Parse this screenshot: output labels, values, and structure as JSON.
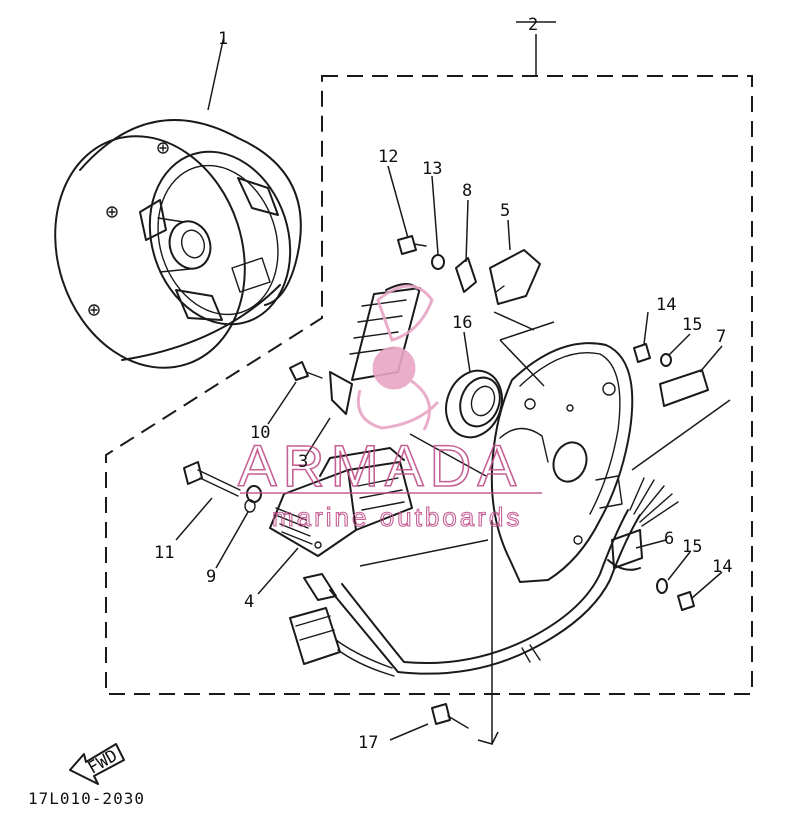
{
  "diagram": {
    "part_code": "17L010-2030",
    "fwd_label": "FWD",
    "callouts": [
      {
        "id": "c1",
        "label": "1"
      },
      {
        "id": "c2",
        "label": "2"
      },
      {
        "id": "c3",
        "label": "3"
      },
      {
        "id": "c4",
        "label": "4"
      },
      {
        "id": "c5",
        "label": "5"
      },
      {
        "id": "c6",
        "label": "6"
      },
      {
        "id": "c7",
        "label": "7"
      },
      {
        "id": "c8",
        "label": "8"
      },
      {
        "id": "c9",
        "label": "9"
      },
      {
        "id": "c10",
        "label": "10"
      },
      {
        "id": "c11",
        "label": "11"
      },
      {
        "id": "c12",
        "label": "12"
      },
      {
        "id": "c13",
        "label": "13"
      },
      {
        "id": "c14a",
        "label": "14"
      },
      {
        "id": "c14b",
        "label": "14"
      },
      {
        "id": "c15a",
        "label": "15"
      },
      {
        "id": "c15b",
        "label": "15"
      },
      {
        "id": "c16",
        "label": "16"
      },
      {
        "id": "c17",
        "label": "17"
      }
    ]
  },
  "watermark": {
    "brand": "ARMADA",
    "tagline": "marine outboards",
    "color": "#c0508a",
    "logo_color": "#e8a6c6"
  },
  "colors": {
    "ink": "#1a1a1a",
    "background": "#ffffff"
  }
}
